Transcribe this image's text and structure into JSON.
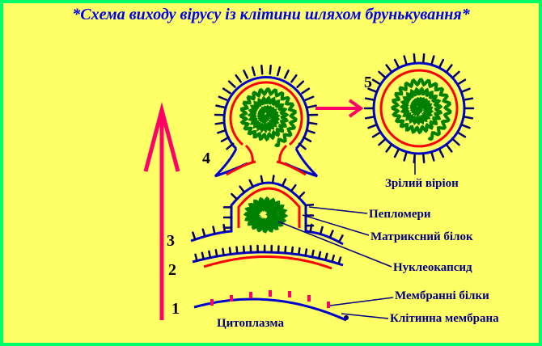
{
  "title": "*Схема виходу вірусу із клітини шляхом брунькування*",
  "stages": [
    "1",
    "2",
    "3",
    "4",
    "5"
  ],
  "labels": {
    "mature_virion": "Зрілий віріон",
    "peplomers": "Пепломери",
    "matrix_protein": "Матриксний білок",
    "nucleocapsid": "Нуклеокапсид",
    "membrane_proteins": "Мембранні білки",
    "cell_membrane": "Клітинна мембрана",
    "cytoplasm": "Цитоплазма"
  },
  "colors": {
    "frame": "#00ff66",
    "background": "#ffff66",
    "membrane": "#0000cc",
    "spikes": "#000066",
    "matrix": "#ff0000",
    "nucleocapsid": "#008000",
    "protein_dots": "#ff0066",
    "arrow": "#ff0066",
    "text": "#000080"
  }
}
